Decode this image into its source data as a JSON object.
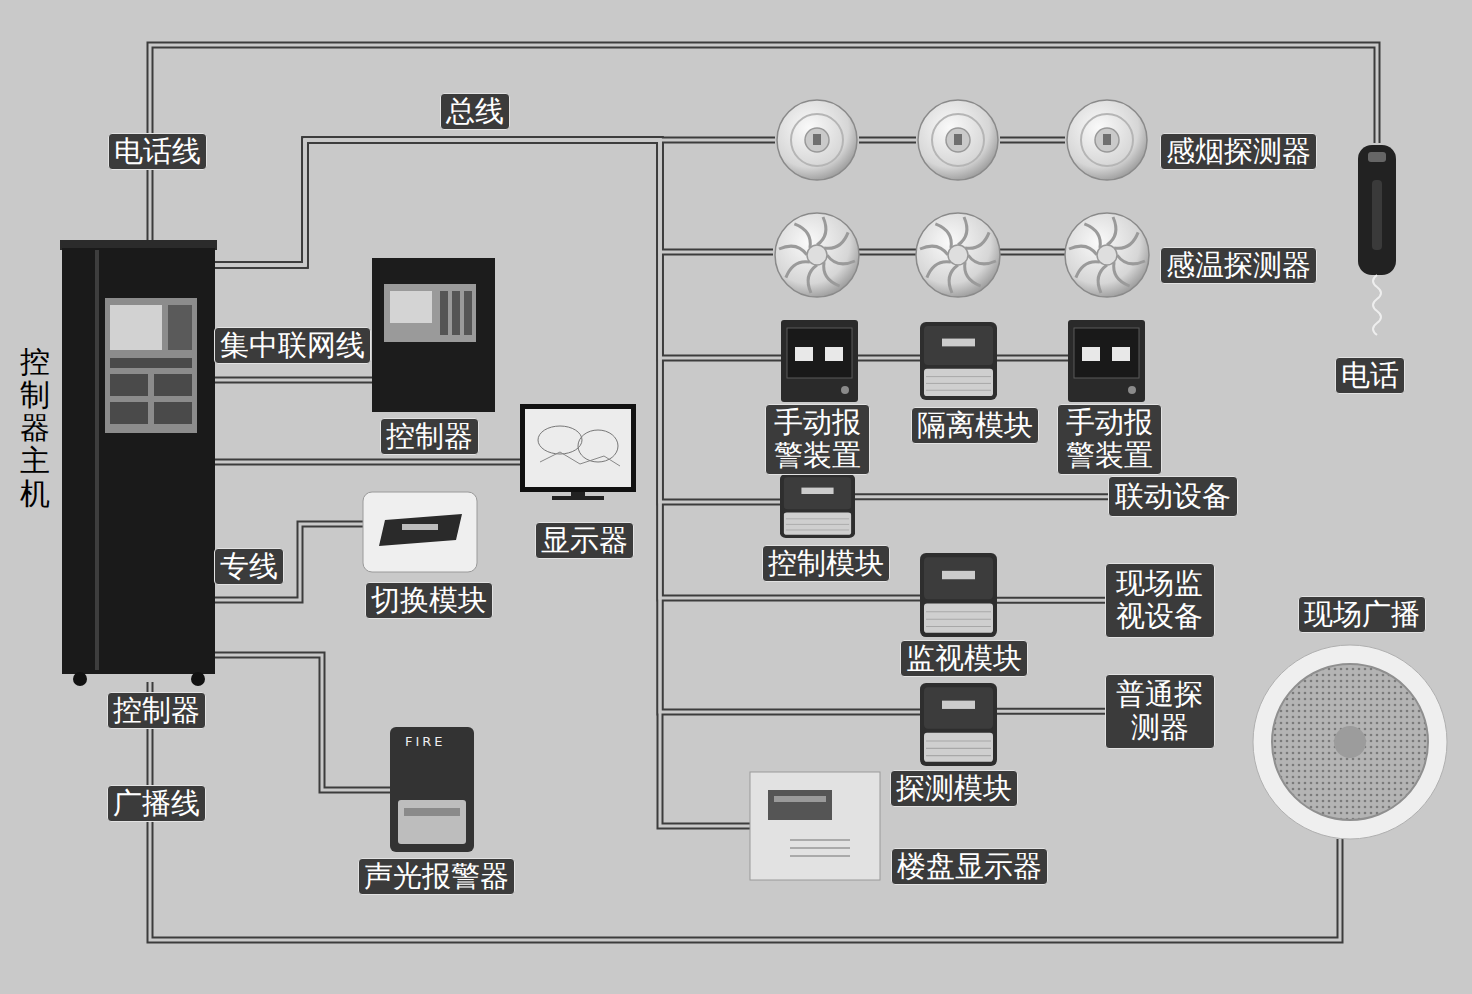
{
  "diagram": {
    "nodes": [
      {
        "text": [
          "控制器主机"
        ]
      },
      {
        "text": [
          "控制器"
        ]
      },
      {
        "text": [
          "显示器"
        ]
      },
      {
        "text": [
          "切换模块"
        ]
      },
      {
        "text": [
          "声光报警器"
        ]
      },
      {
        "text": [
          "感烟探测器"
        ]
      },
      {
        "text": [
          "感温探测器"
        ]
      },
      {
        "text": [
          "手动报警装置"
        ]
      },
      {
        "text": [
          "隔离模块"
        ]
      },
      {
        "text": [
          "手动报警装置"
        ]
      },
      {
        "text": [
          "控制模块"
        ]
      },
      {
        "text": [
          "联动设备"
        ]
      },
      {
        "text": [
          "监视模块"
        ]
      },
      {
        "text": [
          "现场监视设备"
        ]
      },
      {
        "text": [
          "探测模块"
        ]
      },
      {
        "text": [
          "普通探测器"
        ]
      },
      {
        "text": [
          "楼盘显示器"
        ]
      },
      {
        "text": [
          "电话"
        ]
      },
      {
        "text": [
          "现场广播"
        ]
      }
    ],
    "edges": [
      {
        "from": 0,
        "to": 17,
        "label": "电话线",
        "arrow": "none"
      },
      {
        "from": 0,
        "to": 5,
        "label": "总线",
        "arrow": "none"
      },
      {
        "from": 0,
        "to": 6,
        "arrow": "none"
      },
      {
        "from": 0,
        "to": 7,
        "arrow": "none"
      },
      {
        "from": 7,
        "to": 8,
        "arrow": "none"
      },
      {
        "from": 8,
        "to": 9,
        "arrow": "none"
      },
      {
        "from": 0,
        "to": 10,
        "arrow": "none"
      },
      {
        "from": 10,
        "to": 11,
        "arrow": "none"
      },
      {
        "from": 0,
        "to": 12,
        "arrow": "none"
      },
      {
        "from": 12,
        "to": 13,
        "arrow": "none"
      },
      {
        "from": 0,
        "to": 14,
        "arrow": "none"
      },
      {
        "from": 14,
        "to": 15,
        "arrow": "none"
      },
      {
        "from": 0,
        "to": 16,
        "arrow": "none"
      },
      {
        "from": 0,
        "to": 1,
        "label": "集中联网线",
        "arrow": "none"
      },
      {
        "from": 0,
        "to": 2,
        "arrow": "none"
      },
      {
        "from": 0,
        "to": 3,
        "label": "专线",
        "arrow": "none"
      },
      {
        "from": 0,
        "to": 4,
        "arrow": "none"
      },
      {
        "from": 0,
        "to": 18,
        "label": "广播线",
        "arrow": "none"
      }
    ],
    "labels": [
      "控制器",
      "FIRE"
    ]
  }
}
